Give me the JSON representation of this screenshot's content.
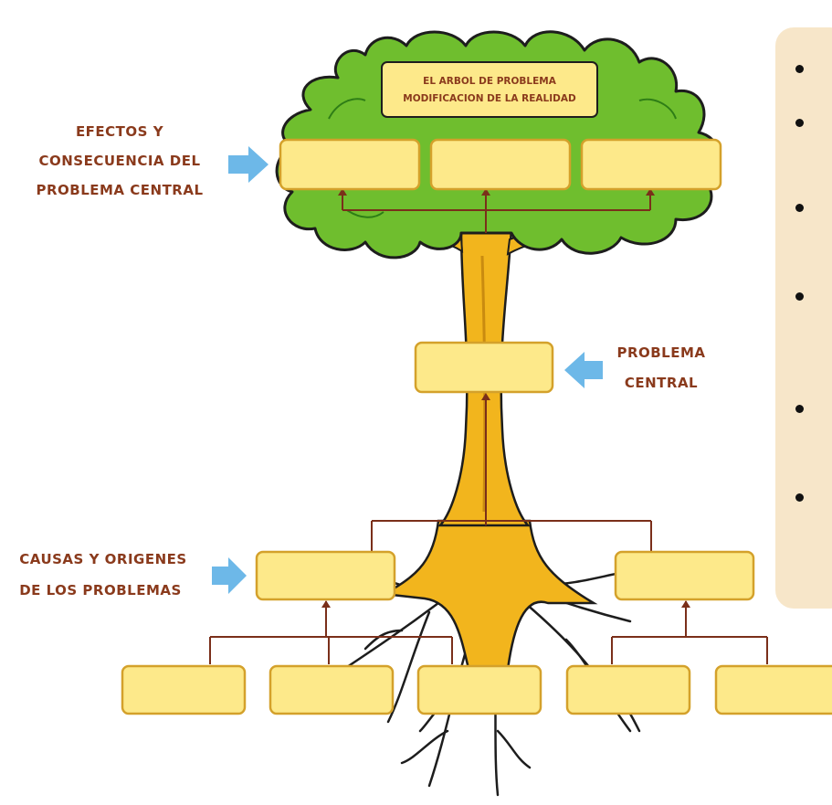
{
  "title": {
    "line1": "EL ARBOL DE PROBLEMA",
    "line2": "MODIFICACION DE LA REALIDAD"
  },
  "labels": {
    "effects": [
      "EFECTOS Y",
      "CONSECUENCIA DEL",
      "PROBLEMA CENTRAL"
    ],
    "central": [
      "PROBLEMA",
      "CENTRAL"
    ],
    "causes": [
      "CAUSAS Y ORIGENES",
      "DE LOS PROBLEMAS"
    ]
  },
  "boxes": {
    "effects_count": 3,
    "central_count": 1,
    "causes_count": 2,
    "sub_causes_count": 5
  },
  "panel": {
    "bullet_count": 6
  },
  "colors": {
    "foliage": "#6fbe2e",
    "foliage_outline": "#1d1d1d",
    "trunk": "#f2b51d",
    "box_fill": "#fde98a",
    "box_border": "#d4a12b",
    "connector": "#7a2f1a",
    "pointer_arrow": "#6db8e8",
    "label_text": "#8a3a1c",
    "panel_bg": "#f7e6c9"
  }
}
